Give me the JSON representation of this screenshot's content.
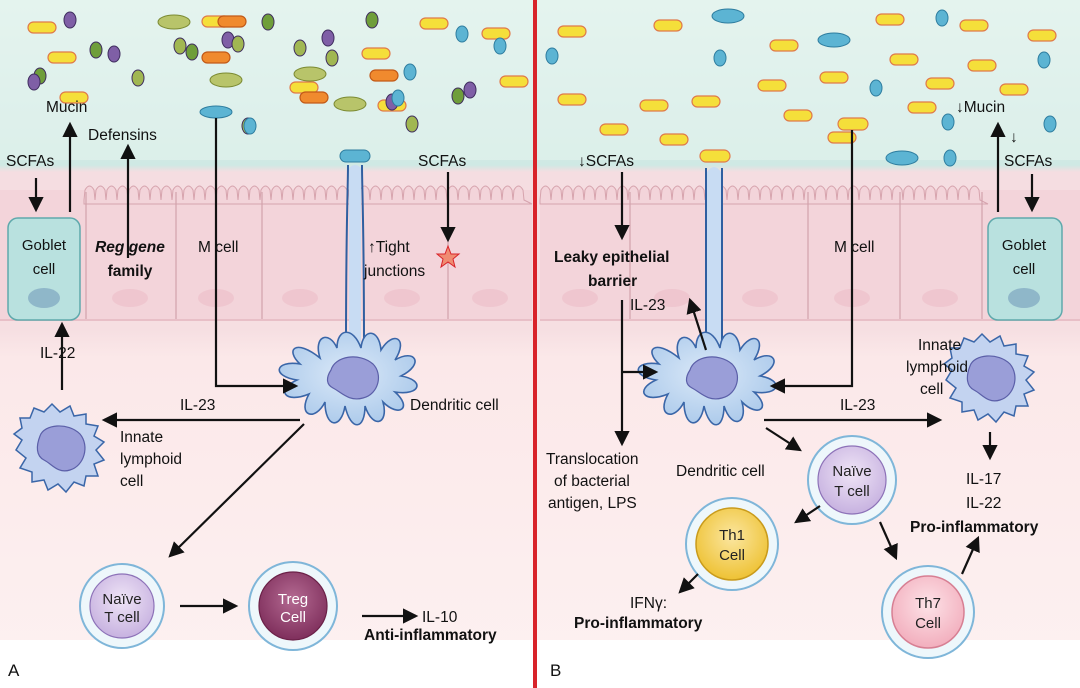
{
  "panels": {
    "a_letter": "A",
    "b_letter": "B"
  },
  "panel_a": {
    "mucin": "Mucin",
    "defensins": "Defensins",
    "scfas_left": "SCFAs",
    "scfas_right": "SCFAs",
    "goblet_line1": "Goblet",
    "goblet_line2": "cell",
    "reg_line1": "Reg gene",
    "reg_line2": "family",
    "m_cell": "M cell",
    "tight_line1": "↑Tight",
    "tight_line2": "junctions",
    "il22": "IL-22",
    "il23": "IL-23",
    "dendritic": "Dendritic cell",
    "ilc_line1": "Innate",
    "ilc_line2": "lymphoid",
    "ilc_line3": "cell",
    "naive_line1": "Naïve",
    "naive_line2": "T cell",
    "treg_line1": "Treg",
    "treg_line2": "Cell",
    "il10": "IL-10",
    "anti_inflammatory": "Anti-inflammatory"
  },
  "panel_b": {
    "scfas_left": "↓SCFAs",
    "mucin": "↓Mucin",
    "scfas_right": "SCFAs",
    "scfas_right_arrow": "↓",
    "leaky_line1": "Leaky epithelial",
    "leaky_line2": "barrier",
    "il23_top": "IL-23",
    "m_cell": "M cell",
    "goblet_line1": "Goblet",
    "goblet_line2": "cell",
    "ilc_line1": "Innate",
    "ilc_line2": "lymphoid",
    "ilc_line3": "cell",
    "il23_mid": "IL-23",
    "transloc_line1": "Translocation",
    "transloc_line2": "of bacterial",
    "transloc_line3": "antigen, LPS",
    "dendritic": "Dendritic cell",
    "naive_line1": "Naïve",
    "naive_line2": "T cell",
    "il17": "IL-17",
    "il22": "IL-22",
    "pro_right": "Pro-inflammatory",
    "th1_line1": "Th1",
    "th1_line2": "Cell",
    "ifn": "IFNγ:",
    "pro_left": "Pro-inflammatory",
    "th7_line1": "Th7",
    "th7_line2": "Cell"
  },
  "colors": {
    "lumen": "#e4f3ee",
    "epithelium": "#f7dfe2",
    "lamina": "#fbe7e8",
    "divider": "#d8232a",
    "dendritic": "#b9d4ef",
    "cell_nucleus": "#9c9fd8",
    "goblet": "#b7e0df",
    "treg": "#8e3f6a",
    "th1": "#f3c43e",
    "th7": "#f3b2bf"
  }
}
